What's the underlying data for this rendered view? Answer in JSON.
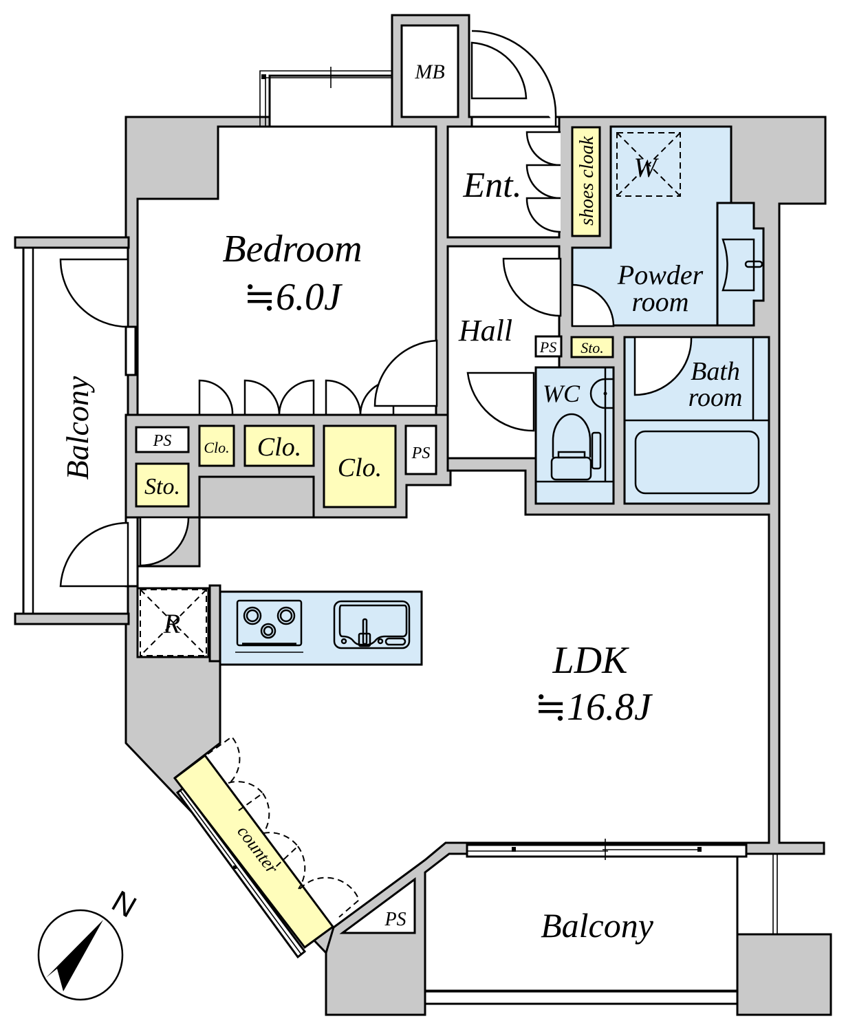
{
  "plan": {
    "title": "Floor plan 1LDK",
    "colors": {
      "wall": "#c9c9c9",
      "wet_area": "#d6eaf8",
      "storage": "#fffdbb",
      "room": "#ffffff",
      "line": "#000000"
    },
    "rooms": {
      "bedroom": {
        "name": "Bedroom",
        "area": "≒6.0J"
      },
      "ldk": {
        "name": "LDK",
        "area": "≒16.8J"
      },
      "entrance": {
        "name": "Ent."
      },
      "hall": {
        "name": "Hall"
      },
      "powder_room": {
        "line1": "Powder",
        "line2": "room"
      },
      "bath_room": {
        "line1": "Bath",
        "line2": "room"
      },
      "wc": {
        "name": "WC"
      },
      "balcony_west": {
        "name": "Balcony"
      },
      "balcony_south": {
        "name": "Balcony"
      }
    },
    "storage": {
      "shoes_cloak": "shoes cloak",
      "closet_small": "Clo.",
      "closet_mid": "Clo.",
      "closet_large": "Clo.",
      "storage_west": "Sto.",
      "storage_wc": "Sto.",
      "counter": "counter"
    },
    "utility": {
      "mb": "MB",
      "ps_west": "PS",
      "ps_center": "PS",
      "ps_wc": "PS",
      "ps_south": "PS",
      "washer": "W",
      "refrigerator": "R"
    },
    "compass": {
      "label": "N",
      "direction": "north-northeast"
    }
  }
}
